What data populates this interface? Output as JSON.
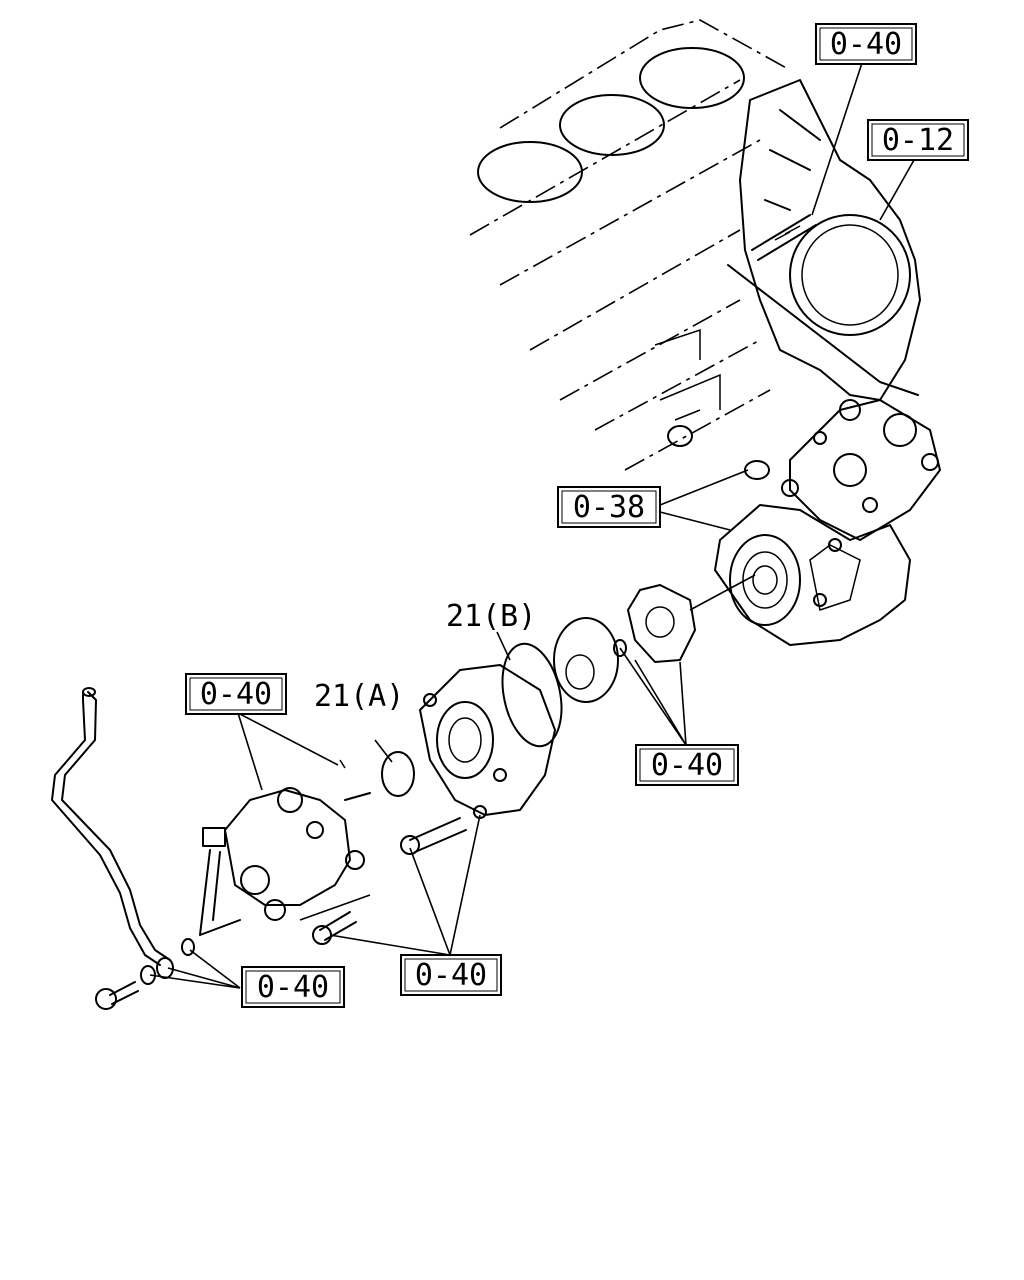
{
  "callouts": {
    "top_right_1": "0-40",
    "top_right_2": "0-12",
    "mid_right": "0-38",
    "left_upper": "0-40",
    "mid_lower": "0-40",
    "bottom_center": "0-40",
    "bottom_left": "0-40"
  },
  "parts": {
    "oring_a": "21(A)",
    "oring_b": "21(B)"
  }
}
